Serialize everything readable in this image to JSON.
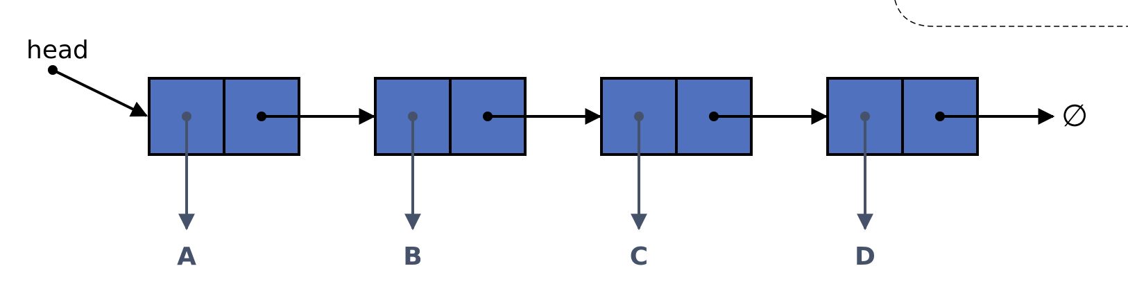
{
  "head": {
    "label": "head"
  },
  "nodes": [
    {
      "value": "A"
    },
    {
      "value": "B"
    },
    {
      "value": "C"
    },
    {
      "value": "D"
    }
  ],
  "null_marker": "∅",
  "colors": {
    "node_fill": "#4f71be",
    "node_stroke": "#000000",
    "pointer": "#000000",
    "value_pointer": "#46526a",
    "value_text": "#46526a"
  }
}
